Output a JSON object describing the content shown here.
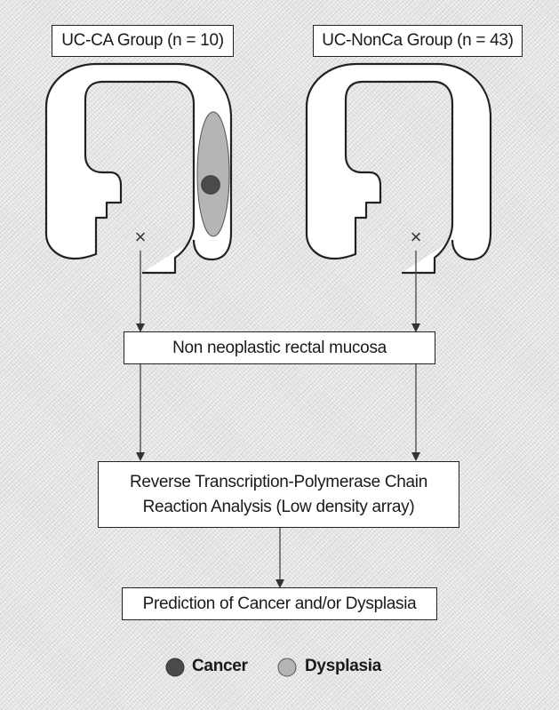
{
  "groups": {
    "left_label": "UC-CA Group (n = 10)",
    "right_label": "UC-NonCa Group (n = 43)"
  },
  "steps": {
    "mucosa": "Non neoplastic rectal mucosa",
    "rt_pcr": "Reverse Transcription-Polymerase Chain\nReaction Analysis (Low density array)",
    "prediction": "Prediction of Cancer and/or Dysplasia"
  },
  "markers": {
    "biopsy_symbol": "×"
  },
  "legend": {
    "cancer": "Cancer",
    "dysplasia": "Dysplasia"
  },
  "colors": {
    "background": "#e4e4e4",
    "cancer_fill": "#4a4a4a",
    "dysplasia_fill": "#b5b5b5",
    "outline": "#222222"
  }
}
